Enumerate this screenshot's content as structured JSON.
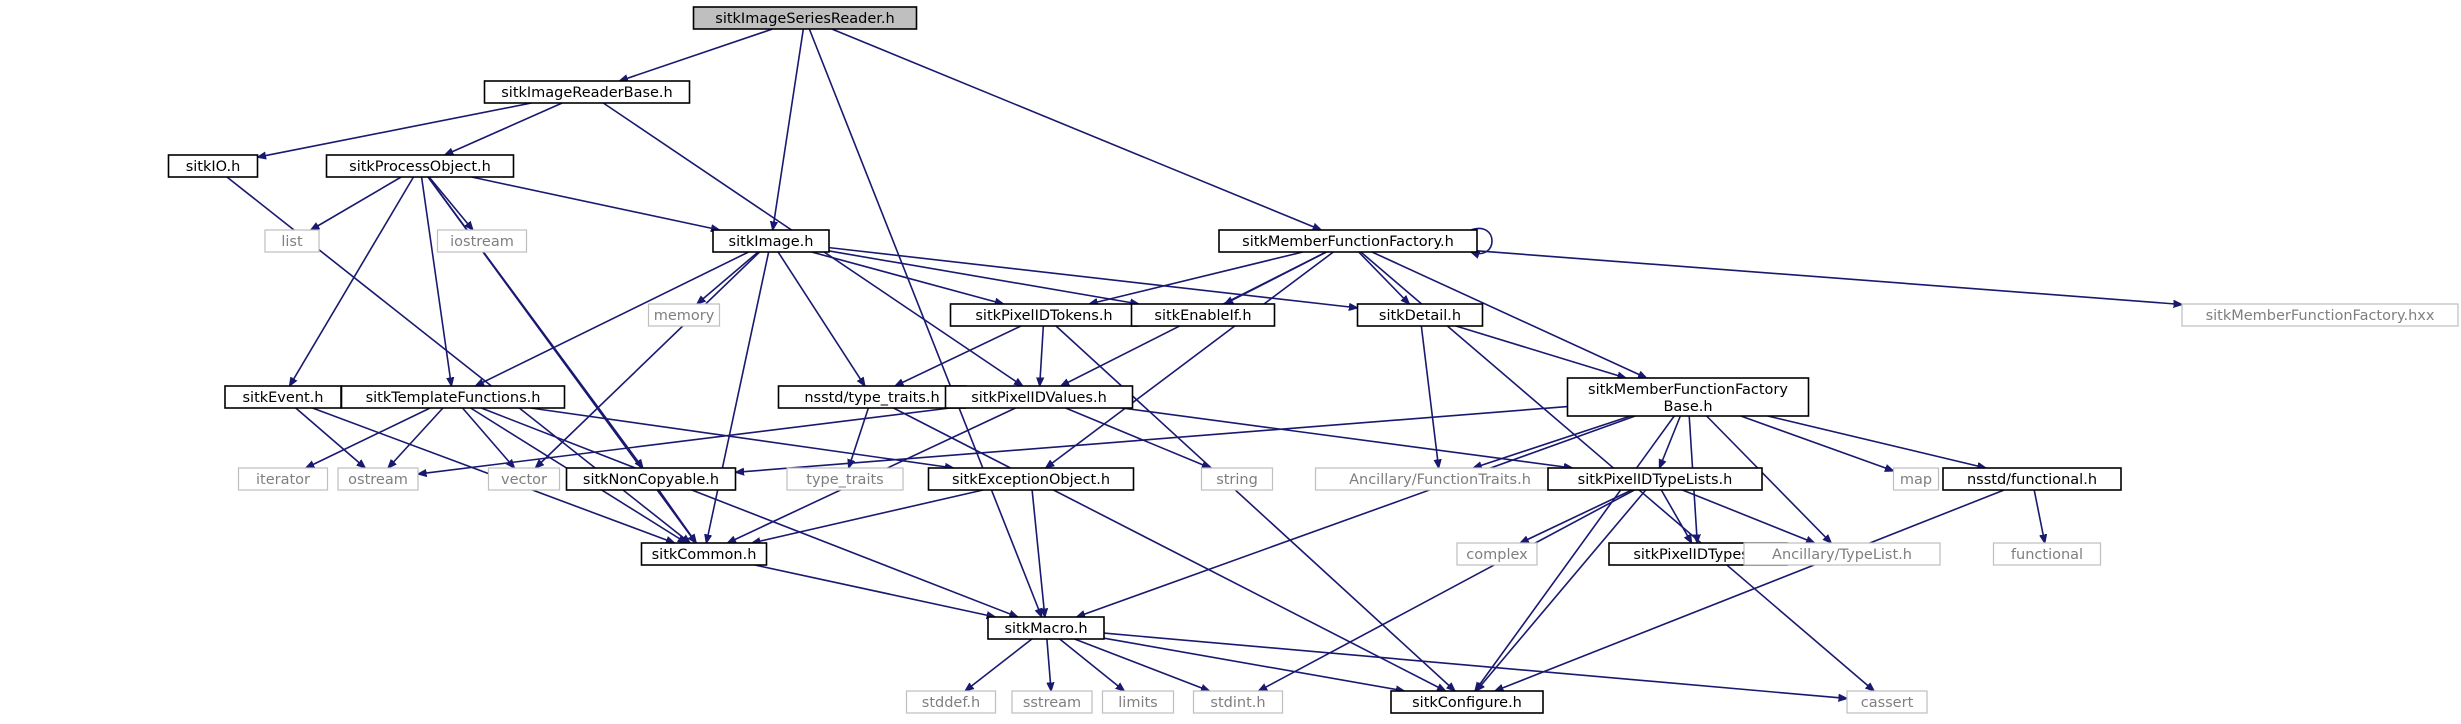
{
  "graph": {
    "title": "",
    "nodes": [
      {
        "id": "root",
        "label": "sitkImageSeriesReader.h",
        "kind": "root"
      },
      {
        "id": "readerbase",
        "label": "sitkImageReaderBase.h",
        "kind": "local"
      },
      {
        "id": "io",
        "label": "sitkIO.h",
        "kind": "local"
      },
      {
        "id": "process",
        "label": "sitkProcessObject.h",
        "kind": "local"
      },
      {
        "id": "list",
        "label": "list",
        "kind": "system"
      },
      {
        "id": "iostream",
        "label": "iostream",
        "kind": "system"
      },
      {
        "id": "image",
        "label": "sitkImage.h",
        "kind": "local"
      },
      {
        "id": "mff",
        "label": "sitkMemberFunctionFactory.h",
        "kind": "local"
      },
      {
        "id": "mffhxx",
        "label": "sitkMemberFunctionFactory.hxx",
        "kind": "system"
      },
      {
        "id": "memory",
        "label": "memory",
        "kind": "system"
      },
      {
        "id": "tokens",
        "label": "sitkPixelIDTokens.h",
        "kind": "local"
      },
      {
        "id": "enableif",
        "label": "sitkEnableIf.h",
        "kind": "local"
      },
      {
        "id": "detail",
        "label": "sitkDetail.h",
        "kind": "local"
      },
      {
        "id": "event",
        "label": "sitkEvent.h",
        "kind": "local"
      },
      {
        "id": "template",
        "label": "sitkTemplateFunctions.h",
        "kind": "local"
      },
      {
        "id": "typetraits",
        "label": "nsstd/type_traits.h",
        "kind": "local"
      },
      {
        "id": "values",
        "label": "sitkPixelIDValues.h",
        "kind": "local"
      },
      {
        "id": "mffbase",
        "label": "sitkMemberFunctionFactory\nBase.h",
        "kind": "local"
      },
      {
        "id": "iterator",
        "label": "iterator",
        "kind": "system"
      },
      {
        "id": "ostream",
        "label": "ostream",
        "kind": "system"
      },
      {
        "id": "vector",
        "label": "vector",
        "kind": "system"
      },
      {
        "id": "noncopy",
        "label": "sitkNonCopyable.h",
        "kind": "local"
      },
      {
        "id": "type_traits",
        "label": "type_traits",
        "kind": "system"
      },
      {
        "id": "exception",
        "label": "sitkExceptionObject.h",
        "kind": "local"
      },
      {
        "id": "string",
        "label": "string",
        "kind": "system"
      },
      {
        "id": "ftraits",
        "label": "Ancillary/FunctionTraits.h",
        "kind": "system"
      },
      {
        "id": "typelists",
        "label": "sitkPixelIDTypeLists.h",
        "kind": "local"
      },
      {
        "id": "map",
        "label": "map",
        "kind": "system"
      },
      {
        "id": "functional_h",
        "label": "nsstd/functional.h",
        "kind": "local"
      },
      {
        "id": "common",
        "label": "sitkCommon.h",
        "kind": "local"
      },
      {
        "id": "complex",
        "label": "complex",
        "kind": "system"
      },
      {
        "id": "types",
        "label": "sitkPixelIDTypes.h",
        "kind": "local"
      },
      {
        "id": "typelist",
        "label": "Ancillary/TypeList.h",
        "kind": "system"
      },
      {
        "id": "functional",
        "label": "functional",
        "kind": "system"
      },
      {
        "id": "macro",
        "label": "sitkMacro.h",
        "kind": "local"
      },
      {
        "id": "stddef",
        "label": "stddef.h",
        "kind": "system"
      },
      {
        "id": "sstream",
        "label": "sstream",
        "kind": "system"
      },
      {
        "id": "limits",
        "label": "limits",
        "kind": "system"
      },
      {
        "id": "stdint",
        "label": "stdint.h",
        "kind": "system"
      },
      {
        "id": "configure",
        "label": "sitkConfigure.h",
        "kind": "local"
      },
      {
        "id": "cassert",
        "label": "cassert",
        "kind": "system"
      }
    ],
    "edges": [
      [
        "root",
        "readerbase"
      ],
      [
        "root",
        "image"
      ],
      [
        "root",
        "mff"
      ],
      [
        "root",
        "macro"
      ],
      [
        "readerbase",
        "io"
      ],
      [
        "readerbase",
        "process"
      ],
      [
        "readerbase",
        "values"
      ],
      [
        "io",
        "common"
      ],
      [
        "process",
        "list"
      ],
      [
        "process",
        "iostream"
      ],
      [
        "process",
        "image"
      ],
      [
        "process",
        "event"
      ],
      [
        "process",
        "template"
      ],
      [
        "process",
        "noncopy"
      ],
      [
        "process",
        "common"
      ],
      [
        "image",
        "memory"
      ],
      [
        "image",
        "tokens"
      ],
      [
        "image",
        "enableif"
      ],
      [
        "image",
        "detail"
      ],
      [
        "image",
        "template"
      ],
      [
        "image",
        "typetraits"
      ],
      [
        "image",
        "vector"
      ],
      [
        "image",
        "common"
      ],
      [
        "mff",
        "mff"
      ],
      [
        "mff",
        "mffhxx"
      ],
      [
        "mff",
        "tokens"
      ],
      [
        "mff",
        "enableif"
      ],
      [
        "mff",
        "detail"
      ],
      [
        "mff",
        "mffbase"
      ],
      [
        "mff",
        "values"
      ],
      [
        "mff",
        "exception"
      ],
      [
        "mff",
        "cassert"
      ],
      [
        "tokens",
        "typetraits"
      ],
      [
        "tokens",
        "values"
      ],
      [
        "tokens",
        "configure"
      ],
      [
        "detail",
        "ftraits"
      ],
      [
        "detail",
        "mffbase"
      ],
      [
        "event",
        "ostream"
      ],
      [
        "event",
        "common"
      ],
      [
        "template",
        "iterator"
      ],
      [
        "template",
        "ostream"
      ],
      [
        "template",
        "vector"
      ],
      [
        "template",
        "common"
      ],
      [
        "template",
        "macro"
      ],
      [
        "template",
        "exception"
      ],
      [
        "typetraits",
        "type_traits"
      ],
      [
        "typetraits",
        "configure"
      ],
      [
        "values",
        "ostream"
      ],
      [
        "values",
        "string"
      ],
      [
        "values",
        "typelists"
      ],
      [
        "values",
        "common"
      ],
      [
        "mffbase",
        "noncopy"
      ],
      [
        "mffbase",
        "ftraits"
      ],
      [
        "mffbase",
        "typelists"
      ],
      [
        "mffbase",
        "types"
      ],
      [
        "mffbase",
        "typelist"
      ],
      [
        "mffbase",
        "map"
      ],
      [
        "mffbase",
        "functional_h"
      ],
      [
        "mffbase",
        "macro"
      ],
      [
        "mffbase",
        "configure"
      ],
      [
        "noncopy",
        "common"
      ],
      [
        "exception",
        "common"
      ],
      [
        "exception",
        "macro"
      ],
      [
        "typelists",
        "complex"
      ],
      [
        "typelists",
        "types"
      ],
      [
        "typelists",
        "typelist"
      ],
      [
        "typelists",
        "stdint"
      ],
      [
        "typelists",
        "configure"
      ],
      [
        "functional_h",
        "functional"
      ],
      [
        "functional_h",
        "configure"
      ],
      [
        "common",
        "macro"
      ],
      [
        "macro",
        "stddef"
      ],
      [
        "macro",
        "sstream"
      ],
      [
        "macro",
        "limits"
      ],
      [
        "macro",
        "stdint"
      ],
      [
        "macro",
        "configure"
      ],
      [
        "macro",
        "cassert"
      ]
    ]
  }
}
